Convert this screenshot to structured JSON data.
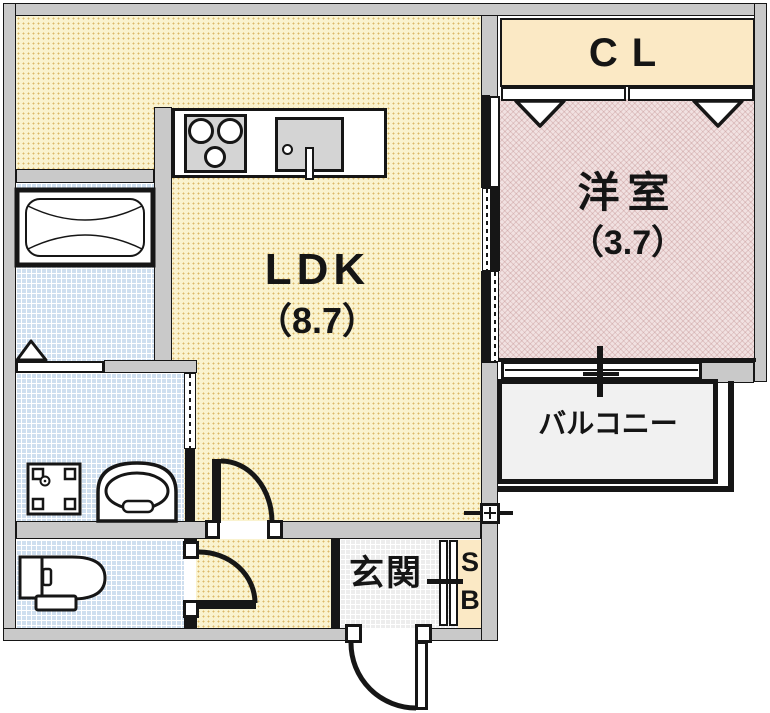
{
  "plan": {
    "type": "apartment-floor-plan",
    "rooms": {
      "ldk": {
        "label": "LDK",
        "area": "（8.7）"
      },
      "western_room": {
        "label": "洋室",
        "area": "（3.7）"
      },
      "closet": {
        "label": "CL"
      },
      "balcony": {
        "label": "バルコニー"
      },
      "entrance": {
        "label": "玄関"
      },
      "shoe_box": {
        "letter_top": "S",
        "letter_bottom": "B"
      }
    },
    "fixtures": [
      "kitchen-counter",
      "stove-3-burner",
      "kitchen-sink",
      "bathtub",
      "bathroom-folding-door-triangle",
      "washing-machine-pan",
      "wash-basin",
      "laundry-folding-door",
      "toilet",
      "swing-door-ldk",
      "swing-door-toilet",
      "entrance-door",
      "shoe-cabinet-doors",
      "closet-sliding-doors",
      "room-sliding-door",
      "balcony-window",
      "meter-box"
    ],
    "colors": {
      "ldk_fill": "#faf3cf",
      "western_fill": "#f1e1e1",
      "wet_area_fill": "#cfdfef",
      "closet_fill": "#fbe9c5",
      "entrance_fill": "#ededed",
      "balcony_fill": "#f1f1f1",
      "wall_fill": "#c9c9c9",
      "line": "#161616"
    }
  }
}
